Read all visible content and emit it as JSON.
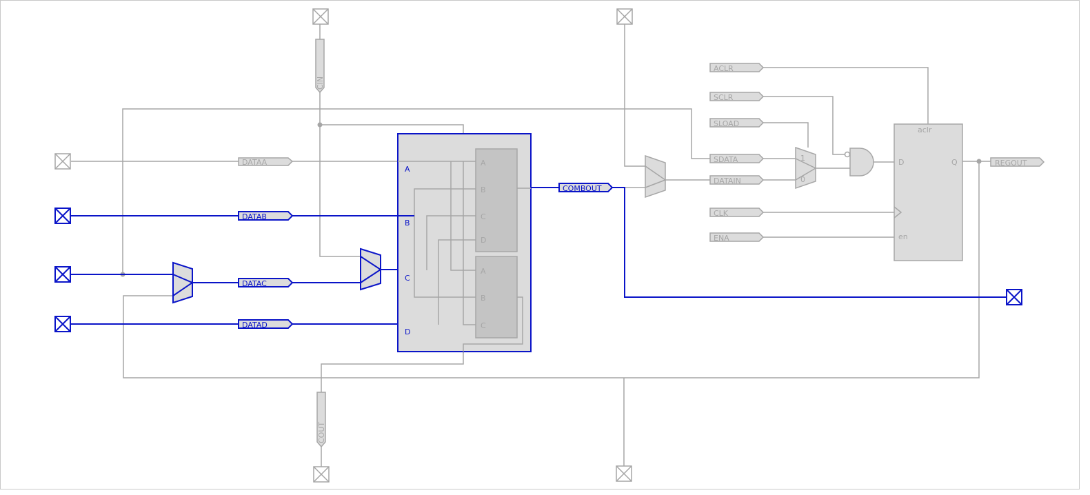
{
  "signals": {
    "dataa": "DATAA",
    "datab": "DATAB",
    "datac": "DATAC",
    "datad": "DATAD",
    "cin": "CIN",
    "cout": "COUT",
    "combout": "COMBOUT",
    "regout": "REGOUT",
    "aclr": "ACLR",
    "sclr": "SCLR",
    "sload": "SLOAD",
    "sdata": "SDATA",
    "datain": "DATAIN",
    "clk": "CLK",
    "ena": "ENA"
  },
  "lut_block": {
    "pin_a": "A",
    "pin_b": "B",
    "pin_c": "C",
    "pin_d": "D",
    "upper_lut_pins": [
      "A",
      "B",
      "C",
      "D"
    ],
    "lower_lut_pins": [
      "A",
      "B",
      "C"
    ]
  },
  "register": {
    "d": "D",
    "q": "Q",
    "en": "en",
    "aclr": "aclr"
  },
  "sload_mux": {
    "in1": "1",
    "in0": "0"
  },
  "colors": {
    "highlight": "#0a14c8",
    "wire": "#a6a6a6",
    "block_fill": "#dcdcdc",
    "lut_fill": "#c4c4c4"
  }
}
